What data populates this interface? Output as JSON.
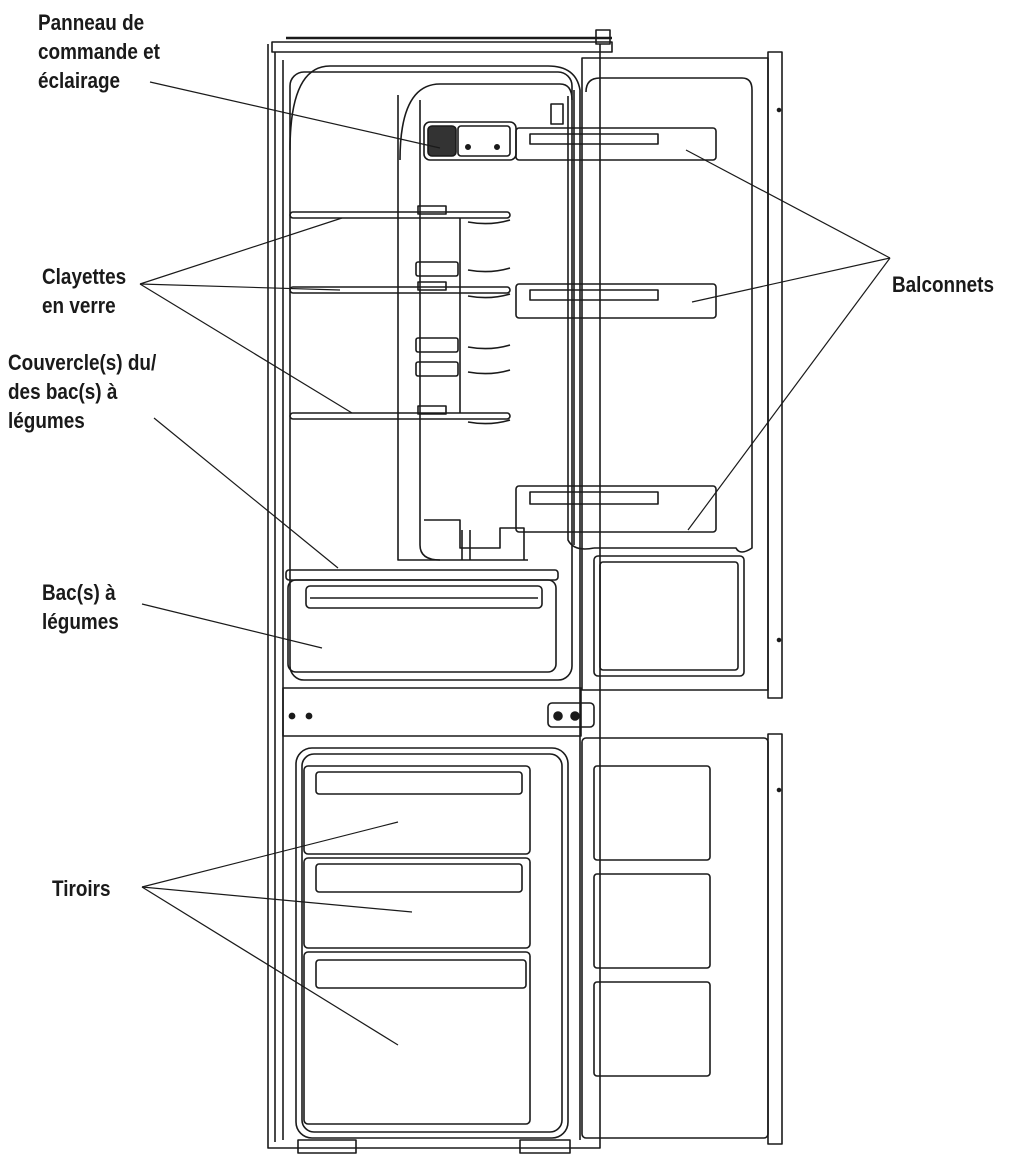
{
  "labels": {
    "control_panel": [
      "Panneau de",
      "commande et",
      "éclairage"
    ],
    "glass_shelves": [
      "Clayettes",
      "en verre"
    ],
    "crisper_covers": [
      "Couvercle(s) du/",
      "des bac(s) à",
      "légumes"
    ],
    "crisper_drawers": [
      "Bac(s) à",
      "légumes"
    ],
    "drawers": [
      "Tiroirs"
    ],
    "door_balconies": [
      "Balconnets"
    ]
  },
  "colors": {
    "line": "#1a1a1a",
    "text": "#1a1a1a",
    "background": "#ffffff"
  }
}
